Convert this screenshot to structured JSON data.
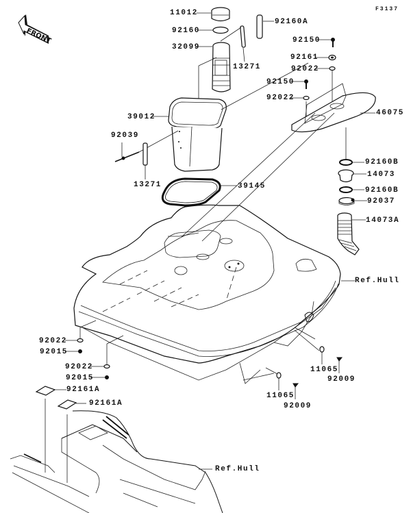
{
  "figure_code": "F3137",
  "front_indicator": "FRONT",
  "labels": {
    "p11012": "11012",
    "p92160": "92160",
    "p32099": "32099",
    "p92160A": "92160A",
    "p13271_top": "13271",
    "p92150_a": "92150",
    "p92161": "92161",
    "p92022_a": "92022",
    "p92150_b": "92150",
    "p92022_b": "92022",
    "p46075": "46075",
    "p39012": "39012",
    "p92039": "92039",
    "p13271_low": "13271",
    "p39145": "39145",
    "p92160B_a": "92160B",
    "p14073": "14073",
    "p92160B_b": "92160B",
    "p92037": "92037",
    "p14073A": "14073A",
    "ref_hull_1": "Ref.Hull",
    "p92022_c": "92022",
    "p92015_a": "92015",
    "p92022_d": "92022",
    "p92015_b": "92015",
    "p11065_a": "11065",
    "p92009_a": "92009",
    "p11065_b": "11065",
    "p92009_b": "92009",
    "p92161A_a": "92161A",
    "p92161A_b": "92161A",
    "ref_hull_2": "Ref.Hull"
  }
}
